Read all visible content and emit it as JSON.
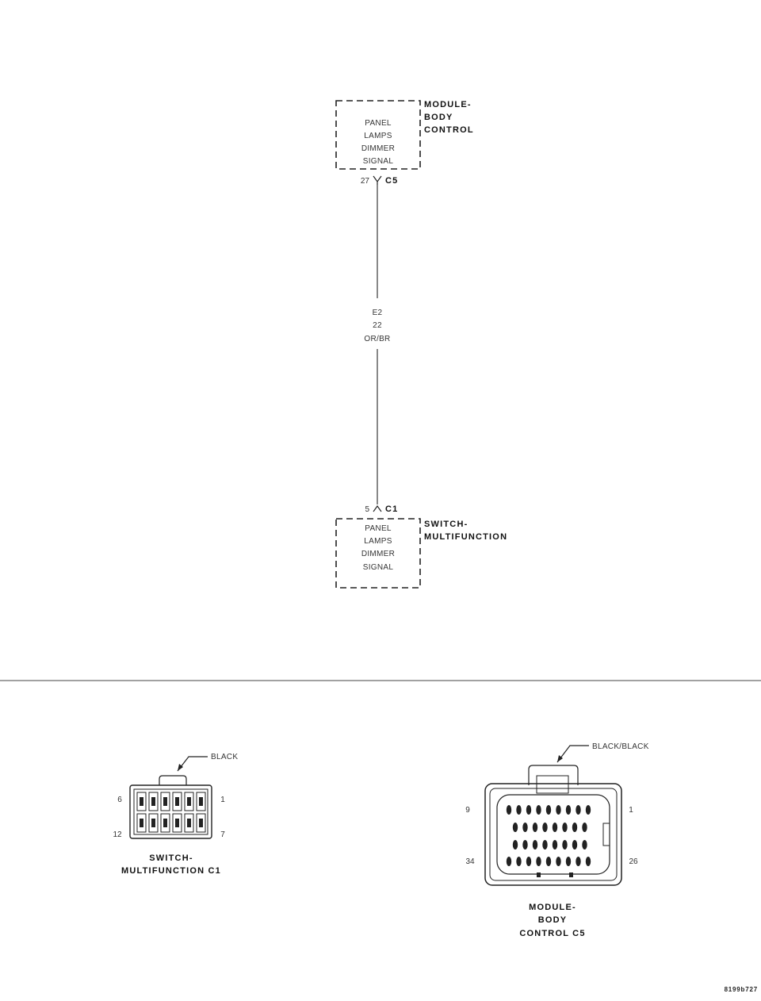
{
  "top_module": {
    "title_lines": [
      "MODULE-",
      "BODY",
      "CONTROL"
    ],
    "signal_lines": [
      "PANEL",
      "LAMPS",
      "DIMMER",
      "SIGNAL"
    ],
    "pin": "27",
    "connector": "C5"
  },
  "wire": {
    "circuit": "E2",
    "gauge": "22",
    "color": "OR/BR"
  },
  "bottom_module": {
    "title_lines": [
      "SWITCH-",
      "MULTIFUNCTION"
    ],
    "signal_lines": [
      "PANEL",
      "LAMPS",
      "DIMMER",
      "SIGNAL"
    ],
    "pin": "5",
    "connector": "C1"
  },
  "connector_c1": {
    "color_label": "BLACK",
    "pin_top_left": "6",
    "pin_top_right": "1",
    "pin_bottom_left": "12",
    "pin_bottom_right": "7",
    "caption_lines": [
      "SWITCH-",
      "MULTIFUNCTION C1"
    ]
  },
  "connector_c5": {
    "color_label": "BLACK/BLACK",
    "pin_top_left": "9",
    "pin_top_right": "1",
    "pin_bottom_left": "34",
    "pin_bottom_right": "26",
    "caption_lines": [
      "MODULE-",
      "BODY",
      "CONTROL C5"
    ]
  },
  "figure_id": "8199b727"
}
